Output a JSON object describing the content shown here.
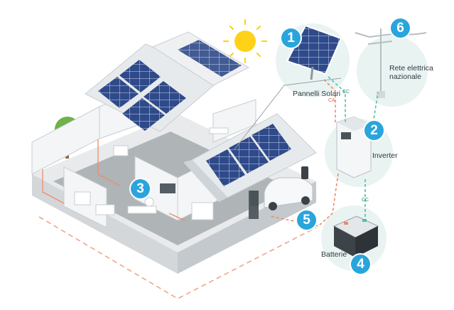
{
  "diagram": {
    "nodes": [
      {
        "id": "1",
        "label": "Pannelli Solari"
      },
      {
        "id": "2",
        "label": "Inverter"
      },
      {
        "id": "3",
        "label": ""
      },
      {
        "id": "4",
        "label": "Batterie"
      },
      {
        "id": "5",
        "label": ""
      },
      {
        "id": "6",
        "label": "Rete elettrica\nnazionale"
      }
    ],
    "cable_tags": [
      "CC",
      "CA",
      "CC"
    ],
    "colors": {
      "badge": "#2aa5dc",
      "ac_line": "#f08a6a",
      "dc_line": "#49c3a5",
      "panel": "#2f4a8a",
      "circle_bg": "#e9f3f2"
    }
  }
}
